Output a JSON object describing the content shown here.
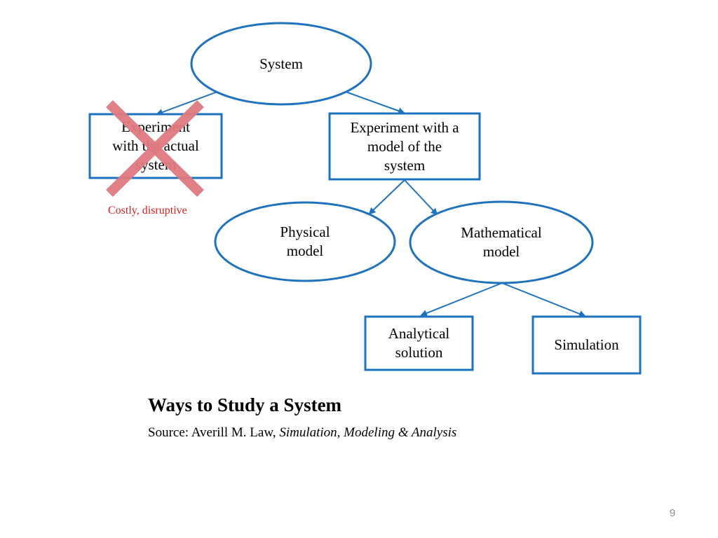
{
  "diagram": {
    "nodes": {
      "system": "System",
      "experiment_actual": "Experiment\nwith the actual\nsystem",
      "experiment_model": "Experiment with a\nmodel of the\nsystem",
      "physical_model": "Physical\nmodel",
      "mathematical_model": "Mathematical\nmodel",
      "analytical_solution": "Analytical\nsolution",
      "simulation": "Simulation"
    },
    "rejected_note": "Costly, disruptive"
  },
  "caption": {
    "title": "Ways to Study a System",
    "source_prefix": "Source: Averill M. Law, ",
    "source_book": "Simulation, Modeling & Analysis"
  },
  "page_number": "9",
  "colors": {
    "shape_stroke": "#1f72bd",
    "cross_mark": "#e07a80",
    "note_text": "#d11f1f",
    "page_number": "#8c8c8c"
  }
}
